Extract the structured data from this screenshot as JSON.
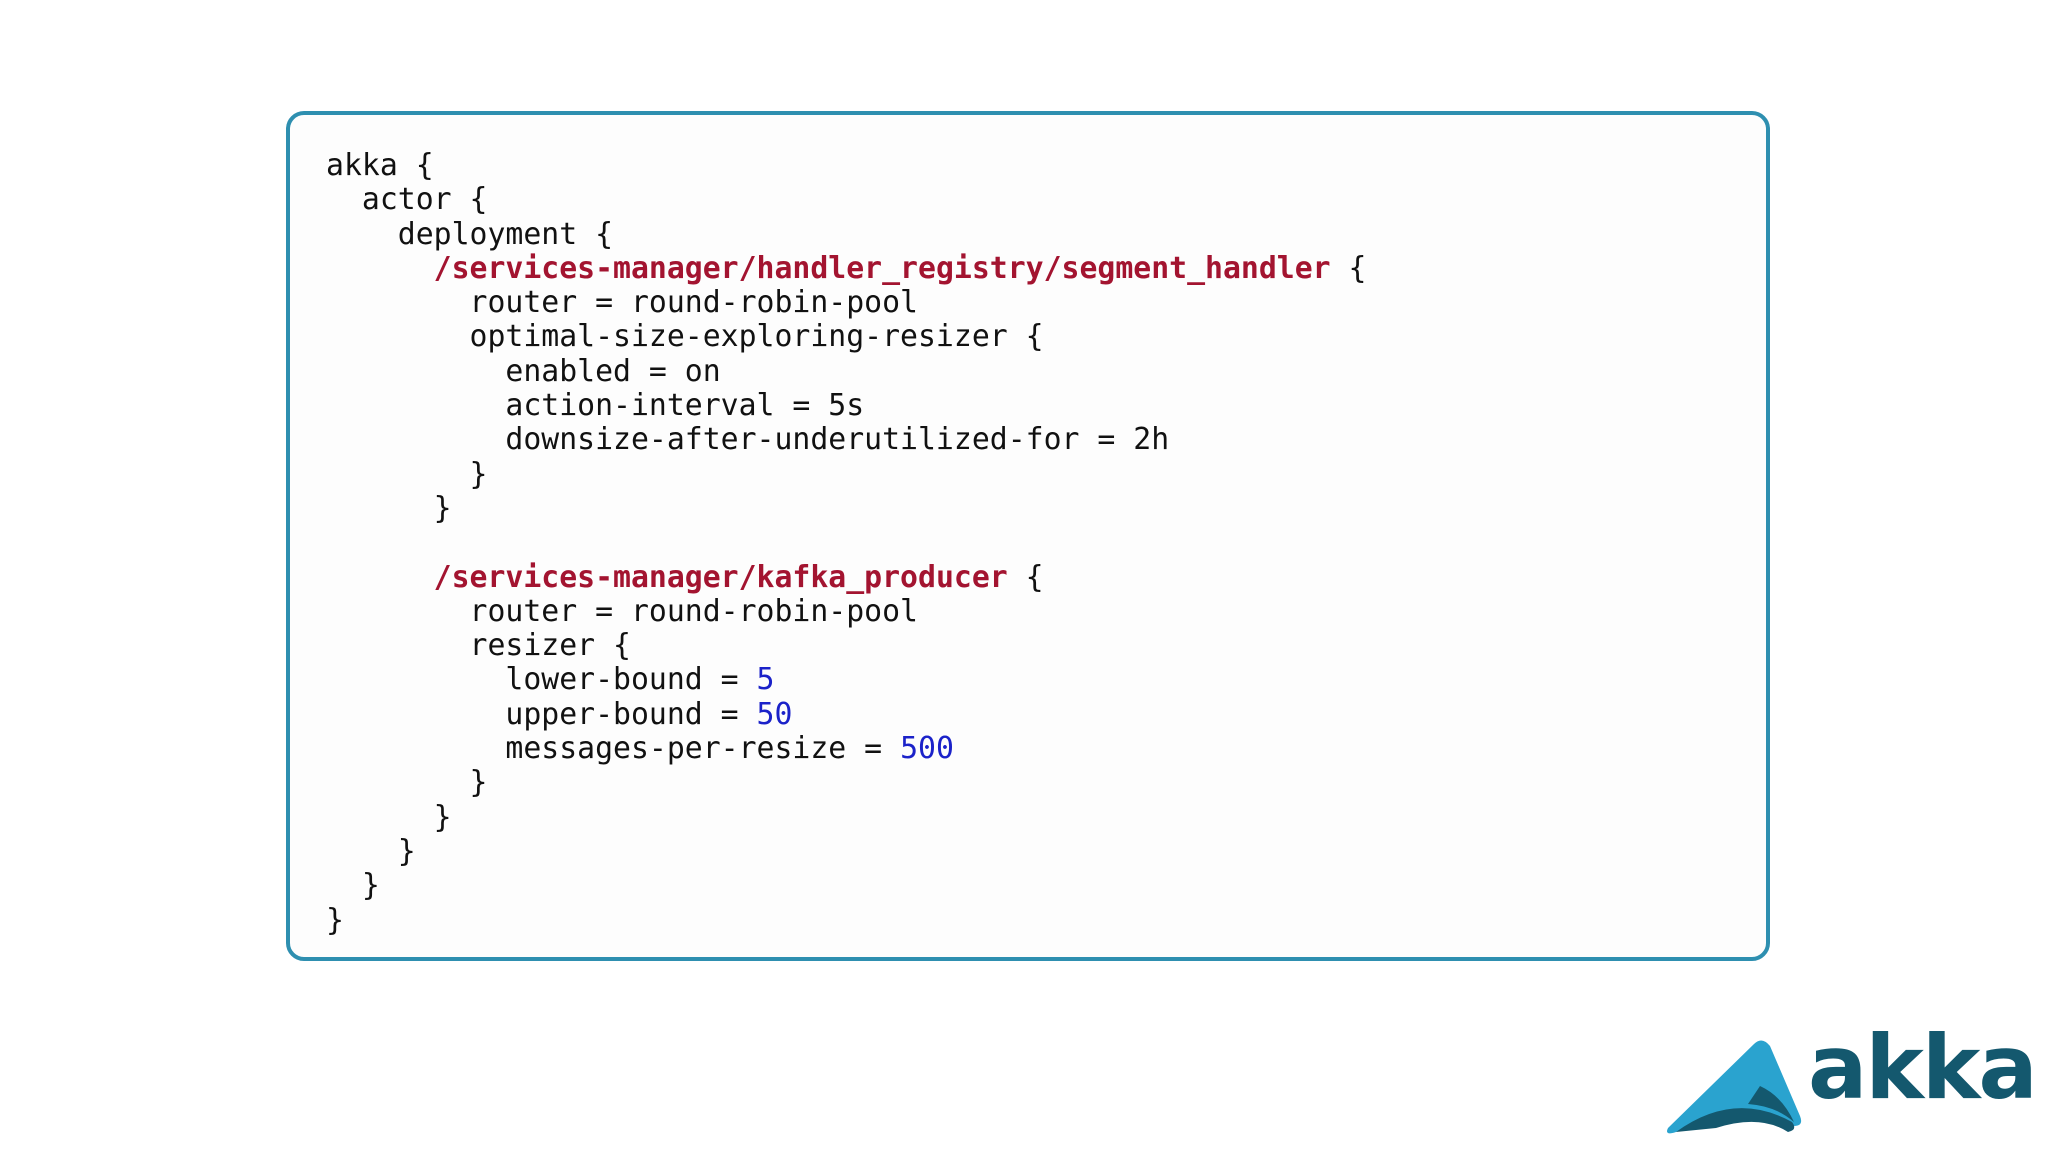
{
  "code": {
    "l0_text": "akka {",
    "l1_text": "  actor {",
    "l2_text": "    deployment {",
    "l3_indent": "      ",
    "l3_path": "/services-manager/handler_registry/segment_handler",
    "l3_tail": " {",
    "l4_text": "        router = round-robin-pool",
    "l5_text": "        optimal-size-exploring-resizer {",
    "l6_text": "          enabled = on",
    "l7_text": "          action-interval = 5s",
    "l8_text": "          downsize-after-underutilized-for = 2h",
    "l9_text": "        }",
    "l10_text": "      }",
    "l11_text": "",
    "l12_indent": "      ",
    "l12_path": "/services-manager/kafka_producer",
    "l12_tail": " {",
    "l13_text": "        router = round-robin-pool",
    "l14_text": "        resizer {",
    "l15_key": "          lower-bound = ",
    "l15_val": "5",
    "l16_key": "          upper-bound = ",
    "l16_val": "50",
    "l17_key": "          messages-per-resize = ",
    "l17_val": "500",
    "l18_text": "        }",
    "l19_text": "      }",
    "l20_text": "    }",
    "l21_text": "  }",
    "l22_text": "}"
  },
  "logo": {
    "text": "akka",
    "icon": "akka-mountain-icon",
    "colors": {
      "light": "#2aa3cf",
      "dark": "#14586e"
    }
  },
  "colors": {
    "border": "#2e8fb0",
    "path": "#a31430",
    "number": "#1b22c9",
    "text": "#111111"
  }
}
